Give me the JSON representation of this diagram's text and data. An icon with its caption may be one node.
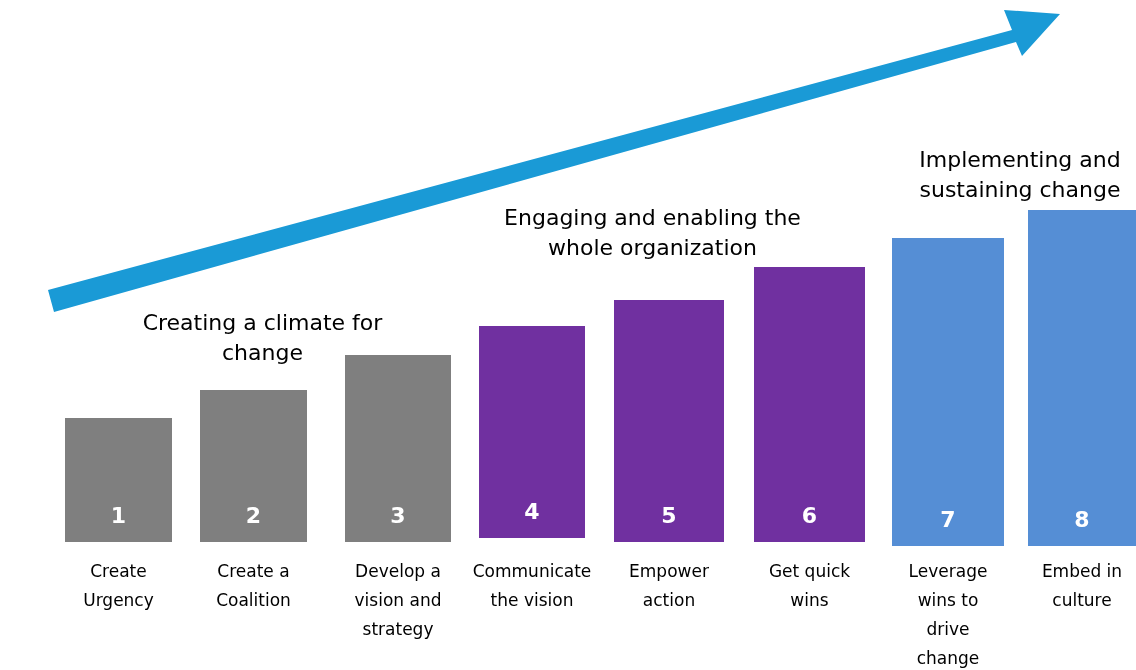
{
  "diagram": {
    "nodes": [
      {
        "text": [
          "1"
        ],
        "beside": [
          "Create Urgency"
        ]
      },
      {
        "text": [
          "2"
        ],
        "beside": [
          "Create a Coalition"
        ]
      },
      {
        "text": [
          "3"
        ],
        "beside": [
          "Develop a vision and strategy"
        ]
      },
      {
        "text": [
          "4"
        ],
        "beside": [
          "Communicate the vision"
        ]
      },
      {
        "text": [
          "5"
        ],
        "beside": [
          "Empower action"
        ]
      },
      {
        "text": [
          "6"
        ],
        "beside": [
          "Get quick wins"
        ]
      },
      {
        "text": [
          "7"
        ],
        "beside": [
          "Leverage wins to drive change"
        ]
      },
      {
        "text": [
          "8"
        ],
        "beside": [
          "Embed in culture"
        ]
      }
    ],
    "labels": [
      "Implementing and sustaining change",
      "Engaging and enabling the whole organization",
      "Creating a climate for change"
    ]
  }
}
